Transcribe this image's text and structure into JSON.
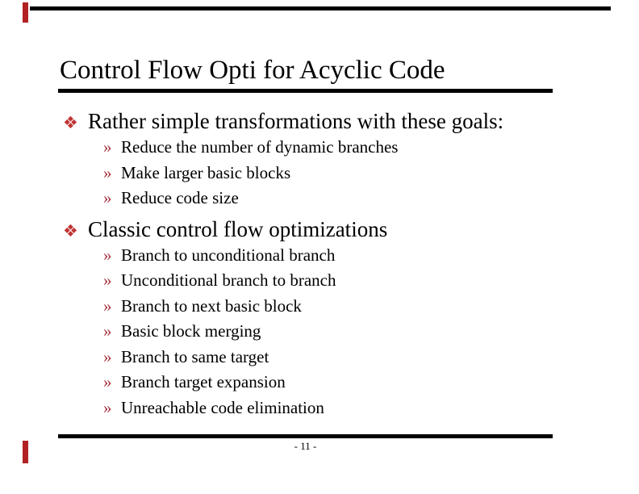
{
  "title": {
    "text": "Control Flow Opti for Acyclic Code"
  },
  "colors": {
    "accent_red": "#b22222",
    "bullet_l1": "#c03434",
    "bullet_l2": "#a93540",
    "rule_black": "#000000",
    "text": "#000000",
    "background": "#ffffff"
  },
  "bullets": {
    "l1_glyph": "❖",
    "l2_glyph": "»"
  },
  "sections": [
    {
      "heading": "Rather simple transformations with these goals:",
      "items": [
        "Reduce the number of dynamic branches",
        "Make larger basic blocks",
        "Reduce code size"
      ]
    },
    {
      "heading": "Classic control flow optimizations",
      "items": [
        "Branch to unconditional branch",
        "Unconditional branch to branch",
        "Branch to next basic block",
        "Basic block merging",
        "Branch to same target",
        "Branch target expansion",
        "Unreachable code elimination"
      ]
    }
  ],
  "footer": {
    "page_label": "- 11 -"
  }
}
